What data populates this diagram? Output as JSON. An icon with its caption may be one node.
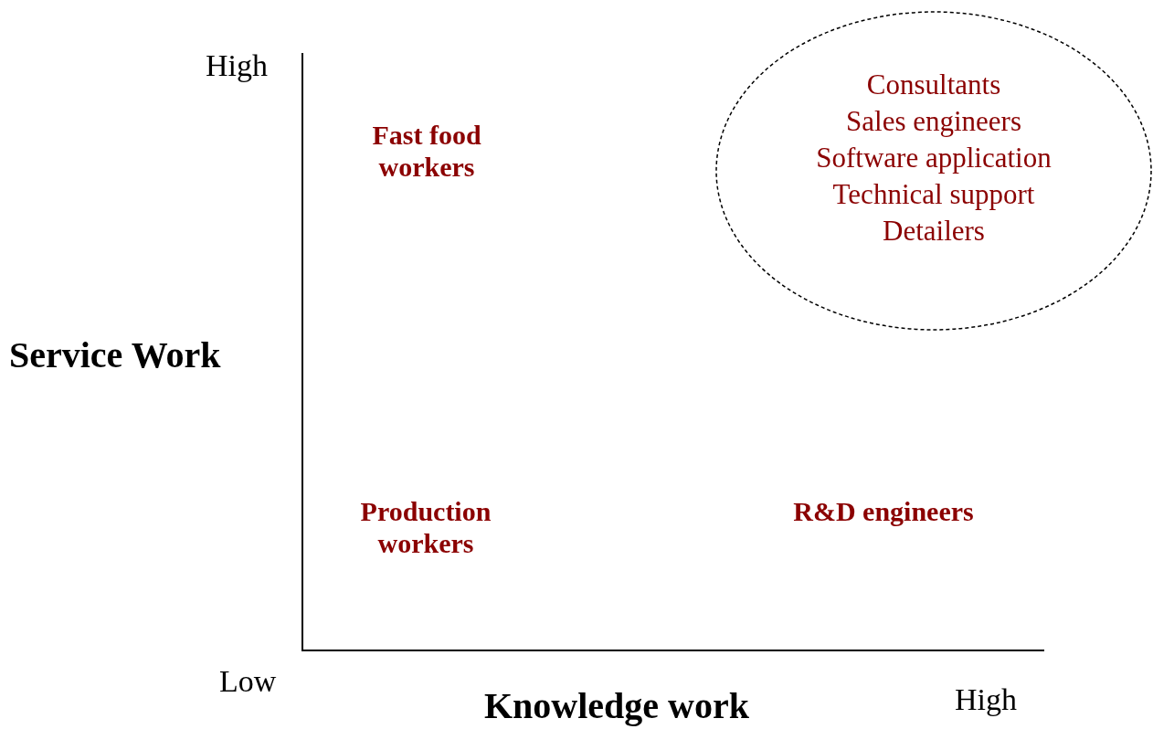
{
  "diagram": {
    "nodes": [
      {
        "text": [
          "Consultants",
          "Sales engineers",
          "Software application",
          "Technical support",
          "Detailers"
        ]
      }
    ],
    "edges": [],
    "labels": [
      "High",
      "Fast food workers",
      "Service Work",
      "Production workers",
      "R&D engineers",
      "Low",
      "Knowledge work",
      "High"
    ]
  }
}
